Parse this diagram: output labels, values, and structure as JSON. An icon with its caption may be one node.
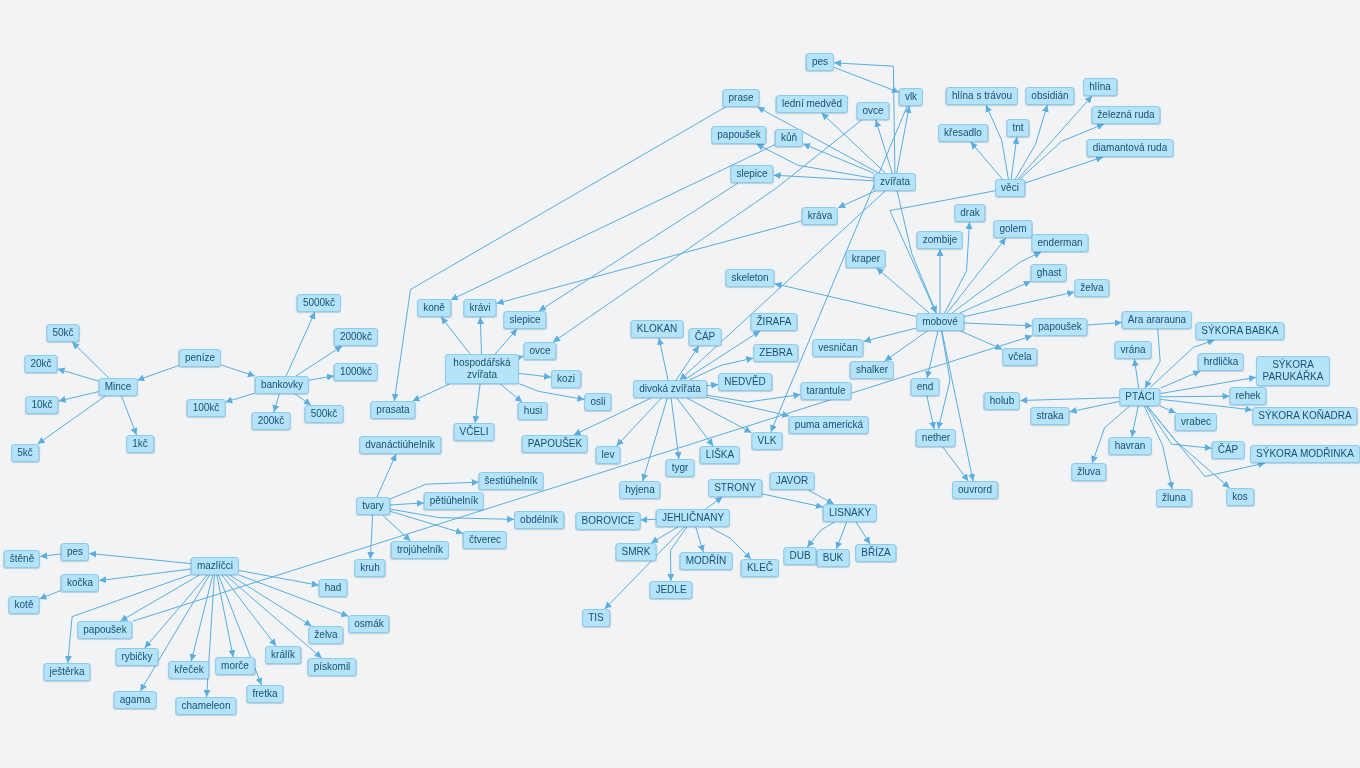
{
  "diagram": {
    "nodes": [
      {
        "text": [
          "pes"
        ]
      },
      {
        "text": [
          "vlk"
        ]
      },
      {
        "text": [
          "prase"
        ]
      },
      {
        "text": [
          "lední medvěd"
        ]
      },
      {
        "text": [
          "ovce"
        ]
      },
      {
        "text": [
          "papoušek"
        ]
      },
      {
        "text": [
          "kůň"
        ]
      },
      {
        "text": [
          "slepice"
        ]
      },
      {
        "text": [
          "zvířata"
        ]
      },
      {
        "text": [
          "kráva"
        ]
      },
      {
        "text": [
          "hlína s trávou"
        ]
      },
      {
        "text": [
          "obsidián"
        ]
      },
      {
        "text": [
          "hlína"
        ]
      },
      {
        "text": [
          "železná ruda"
        ]
      },
      {
        "text": [
          "tnt"
        ]
      },
      {
        "text": [
          "křesadlo"
        ]
      },
      {
        "text": [
          "diamantová ruda"
        ]
      },
      {
        "text": [
          "věci"
        ]
      },
      {
        "text": [
          "drak"
        ]
      },
      {
        "text": [
          "zombije"
        ]
      },
      {
        "text": [
          "golem"
        ]
      },
      {
        "text": [
          "enderman"
        ]
      },
      {
        "text": [
          "kraper"
        ]
      },
      {
        "text": [
          "ghast"
        ]
      },
      {
        "text": [
          "skeleton"
        ]
      },
      {
        "text": [
          "želva"
        ]
      },
      {
        "text": [
          "mobové"
        ]
      },
      {
        "text": [
          "papoušek"
        ]
      },
      {
        "text": [
          "vesničan"
        ]
      },
      {
        "text": [
          "včela"
        ]
      },
      {
        "text": [
          "shalker"
        ]
      },
      {
        "text": [
          "end"
        ]
      },
      {
        "text": [
          "nether"
        ]
      },
      {
        "text": [
          "ouvrord"
        ]
      },
      {
        "text": [
          "Ara ararauna"
        ]
      },
      {
        "text": [
          "SÝKORA BABKA"
        ]
      },
      {
        "text": [
          "vrána"
        ]
      },
      {
        "text": [
          "hrdlička"
        ]
      },
      {
        "text": [
          "SÝKORA PARUKÁŘKA"
        ]
      },
      {
        "text": [
          "PTÁCI"
        ]
      },
      {
        "text": [
          "holub"
        ]
      },
      {
        "text": [
          "rehek"
        ]
      },
      {
        "text": [
          "SÝKORA KOŇADRA"
        ]
      },
      {
        "text": [
          "straka"
        ]
      },
      {
        "text": [
          "vrabec"
        ]
      },
      {
        "text": [
          "havran"
        ]
      },
      {
        "text": [
          "ČÁP"
        ]
      },
      {
        "text": [
          "SÝKORA MODŘINKA"
        ]
      },
      {
        "text": [
          "žluva"
        ]
      },
      {
        "text": [
          "žluna"
        ]
      },
      {
        "text": [
          "kos"
        ]
      },
      {
        "text": [
          "peníze"
        ]
      },
      {
        "text": [
          "Mince"
        ]
      },
      {
        "text": [
          "50kč"
        ]
      },
      {
        "text": [
          "20kč"
        ]
      },
      {
        "text": [
          "10kč"
        ]
      },
      {
        "text": [
          "5kč"
        ]
      },
      {
        "text": [
          "1kč"
        ]
      },
      {
        "text": [
          "bankovky"
        ]
      },
      {
        "text": [
          "5000kč"
        ]
      },
      {
        "text": [
          "2000kč"
        ]
      },
      {
        "text": [
          "1000kč"
        ]
      },
      {
        "text": [
          "500kč"
        ]
      },
      {
        "text": [
          "200kč"
        ]
      },
      {
        "text": [
          "100kč"
        ]
      },
      {
        "text": [
          "hospodářská zvířata"
        ]
      },
      {
        "text": [
          "koně"
        ]
      },
      {
        "text": [
          "krávi"
        ]
      },
      {
        "text": [
          "slepice"
        ]
      },
      {
        "text": [
          "ovce"
        ]
      },
      {
        "text": [
          "kozi"
        ]
      },
      {
        "text": [
          "osli"
        ]
      },
      {
        "text": [
          "husi"
        ]
      },
      {
        "text": [
          "VČELI"
        ]
      },
      {
        "text": [
          "prasata"
        ]
      },
      {
        "text": [
          "divoká zvířata"
        ]
      },
      {
        "text": [
          "KLOKAN"
        ]
      },
      {
        "text": [
          "ČÁP"
        ]
      },
      {
        "text": [
          "ŽIRAFA"
        ]
      },
      {
        "text": [
          "ZEBRA"
        ]
      },
      {
        "text": [
          "NEDVĚD"
        ]
      },
      {
        "text": [
          "tarantule"
        ]
      },
      {
        "text": [
          "puma americká"
        ]
      },
      {
        "text": [
          "VLK"
        ]
      },
      {
        "text": [
          "LIŠKA"
        ]
      },
      {
        "text": [
          "tygr"
        ]
      },
      {
        "text": [
          "hyjena"
        ]
      },
      {
        "text": [
          "lev"
        ]
      },
      {
        "text": [
          "PAPOUŠEK"
        ]
      },
      {
        "text": [
          "dvanáctiúhelník"
        ]
      },
      {
        "text": [
          "tvary"
        ]
      },
      {
        "text": [
          "šestiúhelník"
        ]
      },
      {
        "text": [
          "pětiúhelník"
        ]
      },
      {
        "text": [
          "obdélník"
        ]
      },
      {
        "text": [
          "čtverec"
        ]
      },
      {
        "text": [
          "trojúhelník"
        ]
      },
      {
        "text": [
          "kruh"
        ]
      },
      {
        "text": [
          "STRONY"
        ]
      },
      {
        "text": [
          "JAVOR"
        ]
      },
      {
        "text": [
          "LISNAKY"
        ]
      },
      {
        "text": [
          "JEHLIČNANY"
        ]
      },
      {
        "text": [
          "BOROVICE"
        ]
      },
      {
        "text": [
          "SMRK"
        ]
      },
      {
        "text": [
          "MODŘÍN"
        ]
      },
      {
        "text": [
          "KLEČ"
        ]
      },
      {
        "text": [
          "JEDLE"
        ]
      },
      {
        "text": [
          "DUB"
        ]
      },
      {
        "text": [
          "BUK"
        ]
      },
      {
        "text": [
          "BŘÍZA"
        ]
      },
      {
        "text": [
          "TIS"
        ]
      },
      {
        "text": [
          "mazlíčci"
        ]
      },
      {
        "text": [
          "pes"
        ]
      },
      {
        "text": [
          "štěně"
        ]
      },
      {
        "text": [
          "kočka"
        ]
      },
      {
        "text": [
          "kotě"
        ]
      },
      {
        "text": [
          "had"
        ]
      },
      {
        "text": [
          "osmák"
        ]
      },
      {
        "text": [
          "papoušek"
        ]
      },
      {
        "text": [
          "želva"
        ]
      },
      {
        "text": [
          "rybičky"
        ]
      },
      {
        "text": [
          "ještěrka"
        ]
      },
      {
        "text": [
          "křeček"
        ]
      },
      {
        "text": [
          "morče"
        ]
      },
      {
        "text": [
          "králík"
        ]
      },
      {
        "text": [
          "pískomil"
        ]
      },
      {
        "text": [
          "agama"
        ]
      },
      {
        "text": [
          "fretka"
        ]
      },
      {
        "text": [
          "chameleon"
        ]
      }
    ],
    "edges": [
      {
        "from": 8,
        "to": 0,
        "arrow": "to"
      },
      {
        "from": 8,
        "to": 1,
        "arrow": "to"
      },
      {
        "from": 8,
        "to": 2,
        "arrow": "to"
      },
      {
        "from": 8,
        "to": 3,
        "arrow": "to"
      },
      {
        "from": 8,
        "to": 4,
        "arrow": "to"
      },
      {
        "from": 8,
        "to": 5,
        "arrow": "to"
      },
      {
        "from": 8,
        "to": 6,
        "arrow": "to"
      },
      {
        "from": 8,
        "to": 7,
        "arrow": "to"
      },
      {
        "from": 8,
        "to": 9,
        "arrow": "to"
      },
      {
        "from": 8,
        "to": 26,
        "arrow": "to"
      },
      {
        "from": 8,
        "to": 75,
        "arrow": "to"
      },
      {
        "from": 0,
        "to": 1,
        "arrow": "to"
      },
      {
        "from": 1,
        "to": 83,
        "arrow": "to"
      },
      {
        "from": 2,
        "to": 74,
        "arrow": "to"
      },
      {
        "from": 4,
        "to": 69,
        "arrow": "to"
      },
      {
        "from": 6,
        "to": 66,
        "arrow": "to"
      },
      {
        "from": 7,
        "to": 68,
        "arrow": "to"
      },
      {
        "from": 9,
        "to": 67,
        "arrow": "to"
      },
      {
        "from": 17,
        "to": 10,
        "arrow": "to"
      },
      {
        "from": 17,
        "to": 11,
        "arrow": "to"
      },
      {
        "from": 17,
        "to": 12,
        "arrow": "to"
      },
      {
        "from": 17,
        "to": 13,
        "arrow": "to"
      },
      {
        "from": 17,
        "to": 14,
        "arrow": "to"
      },
      {
        "from": 17,
        "to": 15,
        "arrow": "to"
      },
      {
        "from": 17,
        "to": 16,
        "arrow": "to"
      },
      {
        "from": 17,
        "to": 26,
        "arrow": "to"
      },
      {
        "from": 26,
        "to": 18,
        "arrow": "to"
      },
      {
        "from": 26,
        "to": 19,
        "arrow": "to"
      },
      {
        "from": 26,
        "to": 20,
        "arrow": "to"
      },
      {
        "from": 26,
        "to": 21,
        "arrow": "to"
      },
      {
        "from": 26,
        "to": 22,
        "arrow": "to"
      },
      {
        "from": 26,
        "to": 23,
        "arrow": "to"
      },
      {
        "from": 26,
        "to": 24,
        "arrow": "to"
      },
      {
        "from": 26,
        "to": 25,
        "arrow": "to"
      },
      {
        "from": 26,
        "to": 27,
        "arrow": "to"
      },
      {
        "from": 26,
        "to": 28,
        "arrow": "to"
      },
      {
        "from": 26,
        "to": 29,
        "arrow": "to"
      },
      {
        "from": 26,
        "to": 30,
        "arrow": "to"
      },
      {
        "from": 26,
        "to": 31,
        "arrow": "to"
      },
      {
        "from": 26,
        "to": 32,
        "arrow": "to"
      },
      {
        "from": 26,
        "to": 33,
        "arrow": "to"
      },
      {
        "from": 31,
        "to": 32,
        "arrow": "to"
      },
      {
        "from": 32,
        "to": 33,
        "arrow": "to"
      },
      {
        "from": 27,
        "to": 34,
        "arrow": "to"
      },
      {
        "from": 34,
        "to": 39,
        "arrow": "to"
      },
      {
        "from": 39,
        "to": 35,
        "arrow": "to"
      },
      {
        "from": 39,
        "to": 36,
        "arrow": "to"
      },
      {
        "from": 39,
        "to": 37,
        "arrow": "to"
      },
      {
        "from": 39,
        "to": 38,
        "arrow": "to"
      },
      {
        "from": 39,
        "to": 40,
        "arrow": "to"
      },
      {
        "from": 39,
        "to": 41,
        "arrow": "to"
      },
      {
        "from": 39,
        "to": 42,
        "arrow": "to"
      },
      {
        "from": 39,
        "to": 43,
        "arrow": "to"
      },
      {
        "from": 39,
        "to": 44,
        "arrow": "to"
      },
      {
        "from": 39,
        "to": 45,
        "arrow": "to"
      },
      {
        "from": 39,
        "to": 46,
        "arrow": "to"
      },
      {
        "from": 39,
        "to": 47,
        "arrow": "to"
      },
      {
        "from": 39,
        "to": 48,
        "arrow": "to"
      },
      {
        "from": 39,
        "to": 49,
        "arrow": "to"
      },
      {
        "from": 39,
        "to": 50,
        "arrow": "to"
      },
      {
        "from": 117,
        "to": 27,
        "arrow": "to"
      },
      {
        "from": 51,
        "to": 52,
        "arrow": "to"
      },
      {
        "from": 51,
        "to": 58,
        "arrow": "to"
      },
      {
        "from": 52,
        "to": 53,
        "arrow": "to"
      },
      {
        "from": 52,
        "to": 54,
        "arrow": "to"
      },
      {
        "from": 52,
        "to": 55,
        "arrow": "to"
      },
      {
        "from": 52,
        "to": 56,
        "arrow": "to"
      },
      {
        "from": 52,
        "to": 57,
        "arrow": "to"
      },
      {
        "from": 58,
        "to": 59,
        "arrow": "to"
      },
      {
        "from": 58,
        "to": 60,
        "arrow": "to"
      },
      {
        "from": 58,
        "to": 61,
        "arrow": "to"
      },
      {
        "from": 58,
        "to": 62,
        "arrow": "to"
      },
      {
        "from": 58,
        "to": 63,
        "arrow": "to"
      },
      {
        "from": 58,
        "to": 64,
        "arrow": "to"
      },
      {
        "from": 65,
        "to": 66,
        "arrow": "to"
      },
      {
        "from": 65,
        "to": 67,
        "arrow": "to"
      },
      {
        "from": 65,
        "to": 68,
        "arrow": "to"
      },
      {
        "from": 65,
        "to": 69,
        "arrow": "to"
      },
      {
        "from": 65,
        "to": 70,
        "arrow": "to"
      },
      {
        "from": 65,
        "to": 71,
        "arrow": "to"
      },
      {
        "from": 65,
        "to": 72,
        "arrow": "to"
      },
      {
        "from": 65,
        "to": 73,
        "arrow": "to"
      },
      {
        "from": 65,
        "to": 74,
        "arrow": "to"
      },
      {
        "from": 75,
        "to": 76,
        "arrow": "to"
      },
      {
        "from": 75,
        "to": 77,
        "arrow": "to"
      },
      {
        "from": 75,
        "to": 78,
        "arrow": "to"
      },
      {
        "from": 75,
        "to": 79,
        "arrow": "to"
      },
      {
        "from": 75,
        "to": 80,
        "arrow": "to"
      },
      {
        "from": 75,
        "to": 81,
        "arrow": "to"
      },
      {
        "from": 75,
        "to": 82,
        "arrow": "to"
      },
      {
        "from": 75,
        "to": 83,
        "arrow": "to"
      },
      {
        "from": 75,
        "to": 84,
        "arrow": "to"
      },
      {
        "from": 75,
        "to": 85,
        "arrow": "to"
      },
      {
        "from": 75,
        "to": 86,
        "arrow": "to"
      },
      {
        "from": 75,
        "to": 87,
        "arrow": "to"
      },
      {
        "from": 75,
        "to": 88,
        "arrow": "to"
      },
      {
        "from": 90,
        "to": 89,
        "arrow": "to"
      },
      {
        "from": 90,
        "to": 91,
        "arrow": "to"
      },
      {
        "from": 90,
        "to": 92,
        "arrow": "to"
      },
      {
        "from": 90,
        "to": 93,
        "arrow": "to"
      },
      {
        "from": 90,
        "to": 94,
        "arrow": "to"
      },
      {
        "from": 90,
        "to": 95,
        "arrow": "to"
      },
      {
        "from": 90,
        "to": 96,
        "arrow": "to"
      },
      {
        "from": 100,
        "to": 97,
        "arrow": "to"
      },
      {
        "from": 100,
        "to": 101,
        "arrow": "to"
      },
      {
        "from": 100,
        "to": 102,
        "arrow": "to"
      },
      {
        "from": 100,
        "to": 103,
        "arrow": "to"
      },
      {
        "from": 100,
        "to": 104,
        "arrow": "to"
      },
      {
        "from": 100,
        "to": 105,
        "arrow": "to"
      },
      {
        "from": 100,
        "to": 109,
        "arrow": "to"
      },
      {
        "from": 97,
        "to": 99,
        "arrow": "to"
      },
      {
        "from": 98,
        "to": 99,
        "arrow": "to"
      },
      {
        "from": 99,
        "to": 106,
        "arrow": "to"
      },
      {
        "from": 99,
        "to": 107,
        "arrow": "to"
      },
      {
        "from": 99,
        "to": 108,
        "arrow": "to"
      },
      {
        "from": 110,
        "to": 111,
        "arrow": "to"
      },
      {
        "from": 110,
        "to": 113,
        "arrow": "to"
      },
      {
        "from": 110,
        "to": 115,
        "arrow": "to"
      },
      {
        "from": 110,
        "to": 116,
        "arrow": "to"
      },
      {
        "from": 110,
        "to": 117,
        "arrow": "to"
      },
      {
        "from": 110,
        "to": 118,
        "arrow": "to"
      },
      {
        "from": 110,
        "to": 119,
        "arrow": "to"
      },
      {
        "from": 110,
        "to": 120,
        "arrow": "to"
      },
      {
        "from": 110,
        "to": 121,
        "arrow": "to"
      },
      {
        "from": 110,
        "to": 122,
        "arrow": "to"
      },
      {
        "from": 110,
        "to": 123,
        "arrow": "to"
      },
      {
        "from": 110,
        "to": 124,
        "arrow": "to"
      },
      {
        "from": 110,
        "to": 125,
        "arrow": "to"
      },
      {
        "from": 110,
        "to": 126,
        "arrow": "to"
      },
      {
        "from": 110,
        "to": 127,
        "arrow": "to"
      },
      {
        "from": 111,
        "to": 112,
        "arrow": "to"
      },
      {
        "from": 113,
        "to": 114,
        "arrow": "to"
      }
    ]
  }
}
